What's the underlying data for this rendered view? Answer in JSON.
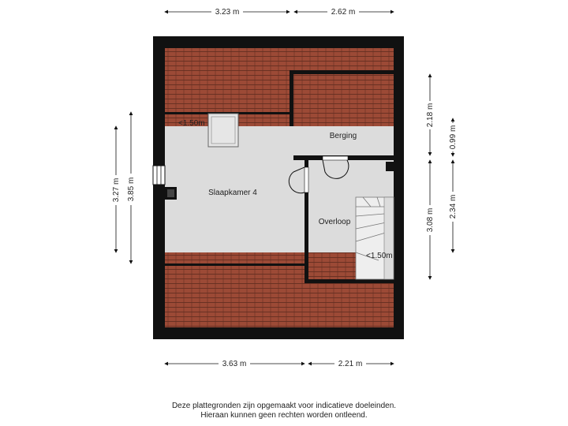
{
  "dimensions": {
    "top_left": "3.23 m",
    "top_right": "2.62 m",
    "bottom_left": "3.63 m",
    "bottom_right": "2.21 m",
    "left_outer": "3.27 m",
    "left_inner": "3.85 m",
    "right_top": "2.18 m",
    "right_bottom": "3.08 m",
    "right_far_top": "0.99 m",
    "right_far_bottom": "2.34 m"
  },
  "rooms": {
    "slaapkamer": "Slaapkamer 4",
    "berging": "Berging",
    "overloop": "Overloop"
  },
  "height_marks": {
    "slaapkamer_top": "<1.50m",
    "overloop_bottom": "<1.50m"
  },
  "footer": {
    "line1": "Deze plattegronden zijn opgemaakt voor indicatieve doeleinden.",
    "line2": "Hieraan kunnen geen rechten worden ontleend."
  },
  "colors": {
    "roof_tile": "#9c4a36",
    "tile_line": "#5e2a1e",
    "floor": "#dcdcdc",
    "wall": "#111111"
  }
}
